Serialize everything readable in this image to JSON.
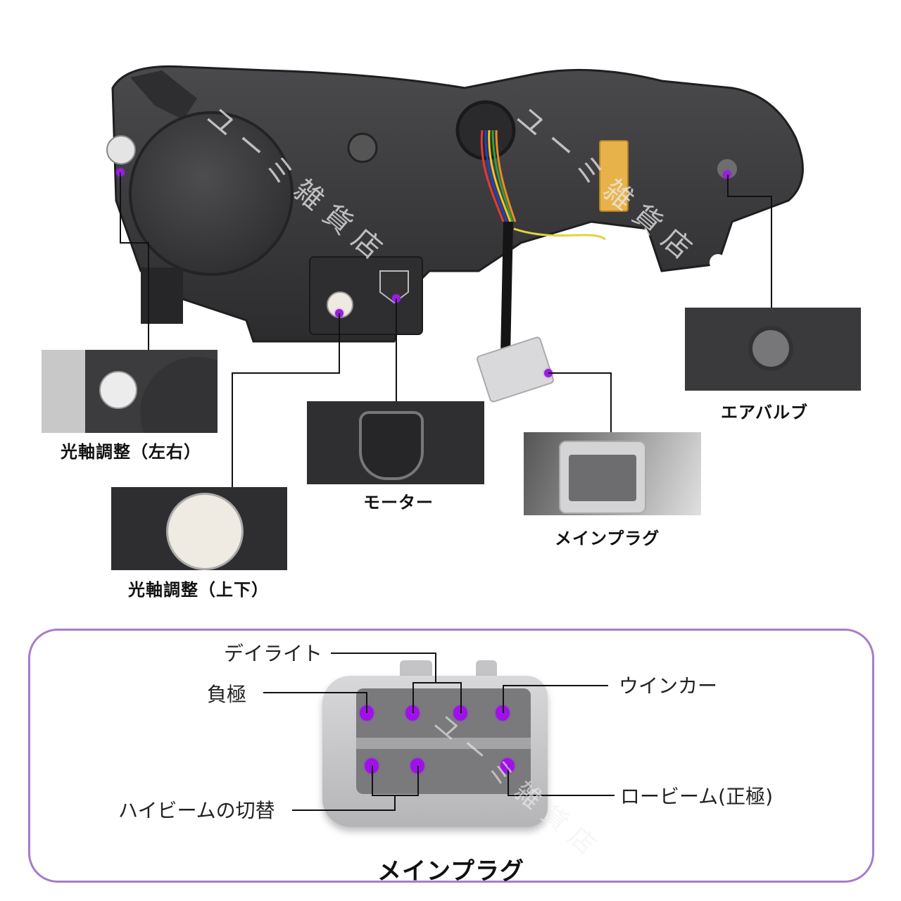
{
  "watermark": "ユーミ雑貨店",
  "colors": {
    "callout_dot": "#9b1de0",
    "panel_border": "#a77cc9",
    "housing": "#3a3a3c",
    "connector": "#c9c9cb",
    "resistor": "#e8b24a"
  },
  "callouts": [
    {
      "id": "aim-horizontal",
      "label": "光軸調整（左右）"
    },
    {
      "id": "aim-vertical",
      "label": "光軸調整（上下）"
    },
    {
      "id": "motor",
      "label": "モーター"
    },
    {
      "id": "main-plug",
      "label": "メインプラグ"
    },
    {
      "id": "air-valve",
      "label": "エアバルブ"
    }
  ],
  "pinout": {
    "title": "メインプラグ",
    "pins": [
      {
        "label": "デイライト"
      },
      {
        "label": "負極"
      },
      {
        "label": "ウインカー"
      },
      {
        "label": "ハイビームの切替"
      },
      {
        "label": "ロービーム(正極)"
      }
    ]
  }
}
